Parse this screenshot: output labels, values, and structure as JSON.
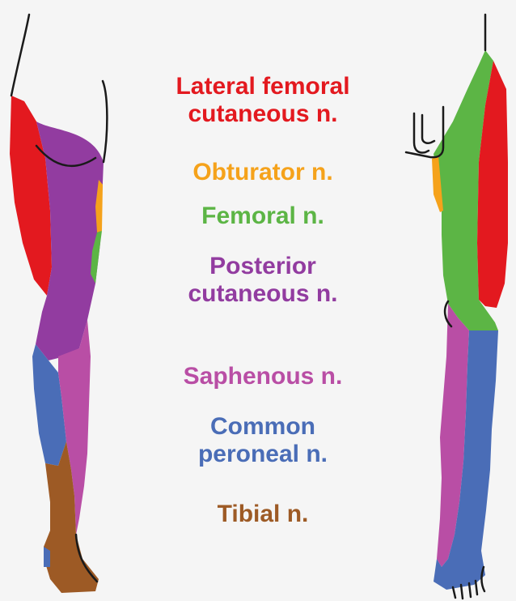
{
  "colors": {
    "lateral_femoral_cutaneous": "#e3191f",
    "obturator": "#f5a21b",
    "femoral": "#5cb545",
    "posterior_cutaneous": "#923ca0",
    "saphenous": "#b94ea5",
    "common_peroneal": "#4a6db7",
    "tibial": "#9d5a25",
    "outline": "#1a1a1a"
  },
  "labels": [
    {
      "id": "lateral_femoral_cutaneous",
      "lines": [
        "Lateral femoral",
        "cutaneous n."
      ]
    },
    {
      "id": "obturator",
      "lines": [
        "Obturator n."
      ]
    },
    {
      "id": "femoral",
      "lines": [
        "Femoral n."
      ]
    },
    {
      "id": "posterior_cutaneous",
      "lines": [
        "Posterior",
        "cutaneous n."
      ]
    },
    {
      "id": "saphenous",
      "lines": [
        "Saphenous n."
      ]
    },
    {
      "id": "common_peroneal",
      "lines": [
        "Common",
        "peroneal n."
      ]
    },
    {
      "id": "tibial",
      "lines": [
        "Tibial n."
      ]
    }
  ]
}
